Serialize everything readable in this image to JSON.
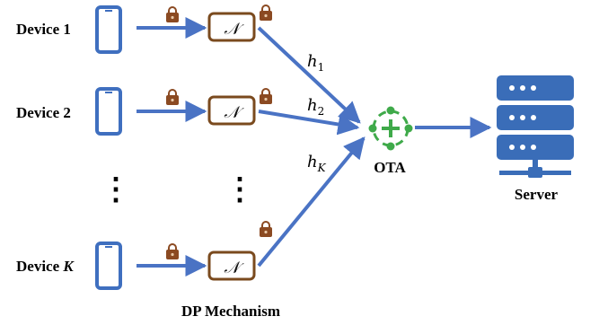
{
  "devices": [
    {
      "label_prefix": "Device",
      "label_index": "1"
    },
    {
      "label_prefix": "Device",
      "label_index": "2"
    },
    {
      "label_prefix": "Device",
      "label_index": "K"
    }
  ],
  "vertical_ellipsis": "⋮",
  "noise_symbol": "𝒩",
  "channels": [
    {
      "base": "h",
      "sub": "1"
    },
    {
      "base": "h",
      "sub": "2"
    },
    {
      "base": "h",
      "sub": "K"
    }
  ],
  "ota_label": "OTA",
  "server_label": "Server",
  "mechanism_label": "DP Mechanism",
  "colors": {
    "arrow": "#4a73c4",
    "phone": "#3f6fbf",
    "noise_box": "#7a4a1e",
    "lock": "#8b4a22",
    "ota": "#3faa4a",
    "server": "#3a6db8"
  }
}
